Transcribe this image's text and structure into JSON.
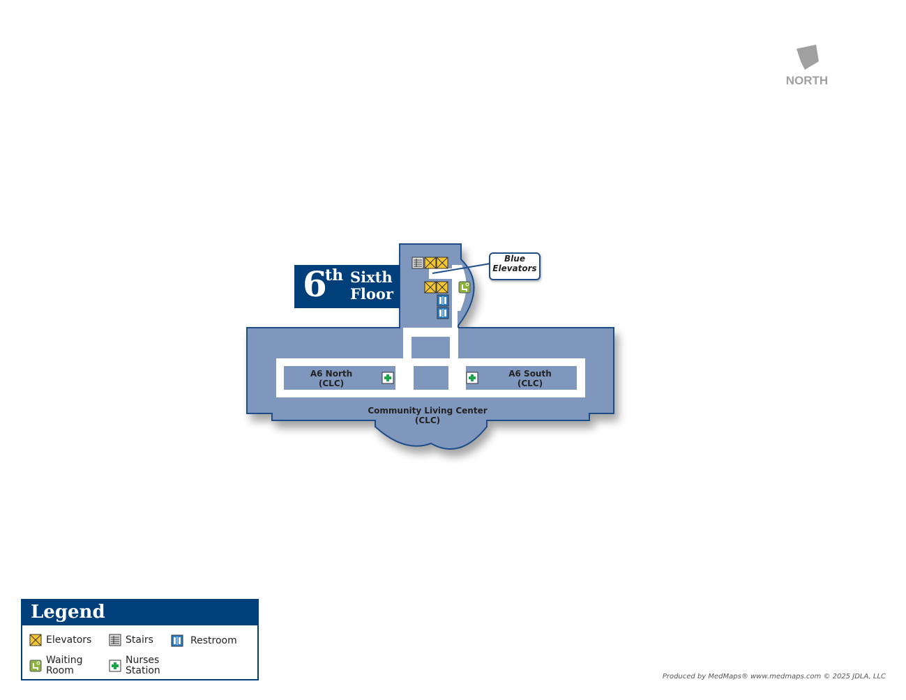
{
  "compass": {
    "label": "NORTH"
  },
  "floor": {
    "number": "6",
    "suffix": "th",
    "name_line1": "Sixth",
    "name_line2": "Floor"
  },
  "callout": {
    "line1": "Blue",
    "line2": "Elevators"
  },
  "areas": {
    "north": {
      "name": "A6 North",
      "sub": "(CLC)"
    },
    "south": {
      "name": "A6 South",
      "sub": "(CLC)"
    },
    "center": {
      "name": "Community Living Center",
      "sub": "(CLC)"
    }
  },
  "legend": {
    "title": "Legend",
    "items": [
      {
        "icon": "elevator-icon",
        "label": "Elevators"
      },
      {
        "icon": "stairs-icon",
        "label": "Stairs"
      },
      {
        "icon": "restroom-icon",
        "label": "Restroom"
      },
      {
        "icon": "waiting-room-icon",
        "label_line1": "Waiting",
        "label_line2": "Room"
      },
      {
        "icon": "nurses-station-icon",
        "label_line1": "Nurses",
        "label_line2": "Station"
      }
    ]
  },
  "footer": "Produced by MedMaps® www.medmaps.com  © 2025 JDLA, LLC",
  "colors": {
    "navy": "#003f7a",
    "building": "#7f96bd",
    "outline": "#1f4e89",
    "elevator": "#f6c631",
    "waiting": "#8cb43c",
    "nurse": "#1aa54a",
    "restroom": "#2a7cc7"
  }
}
